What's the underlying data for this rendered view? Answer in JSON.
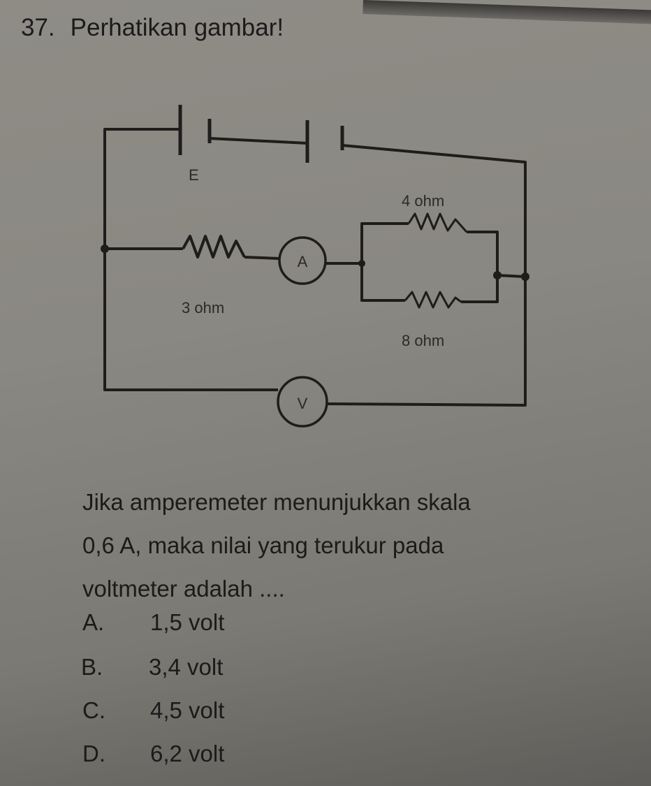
{
  "question": {
    "number": "37.",
    "title": "Perhatikan gambar!",
    "text_lines": [
      "Jika amperemeter menunjukkan skala",
      "0,6 A, maka nilai yang terukur pada",
      "voltmeter adalah ...."
    ],
    "options": [
      {
        "letter": "A.",
        "value": "1,5 volt"
      },
      {
        "letter": "B.",
        "value": "3,4 volt"
      },
      {
        "letter": "C.",
        "value": "4,5 volt"
      },
      {
        "letter": "D.",
        "value": "6,2 volt"
      }
    ]
  },
  "circuit": {
    "emf_label": "E",
    "r1_label": "3 ohm",
    "r2_label": "4 ohm",
    "r3_label": "8 ohm",
    "ammeter_symbol": "A",
    "voltmeter_symbol": "V"
  }
}
